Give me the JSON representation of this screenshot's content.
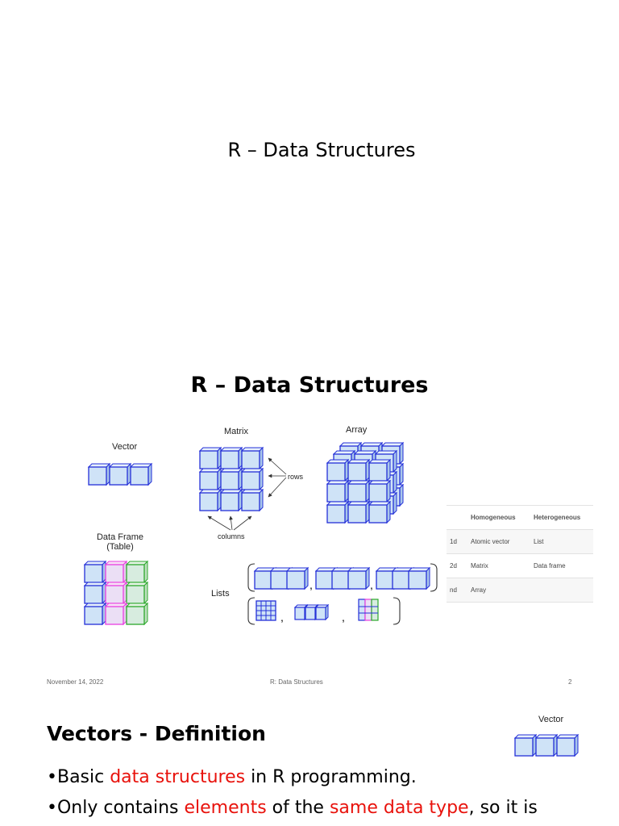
{
  "slide1": {
    "title": "R – Data Structures"
  },
  "slide2": {
    "title": "R – Data Structures",
    "diagram": {
      "vector_label": "Vector",
      "matrix_label": "Matrix",
      "array_label": "Array",
      "rows_label": "rows",
      "columns_label": "columns",
      "dataframe_label_line1": "Data Frame",
      "dataframe_label_line2": "(Table)",
      "lists_label": "Lists"
    },
    "table": {
      "headers": [
        "",
        "Homogeneous",
        "Heterogeneous"
      ],
      "rows": [
        [
          "1d",
          "Atomic vector",
          "List"
        ],
        [
          "2d",
          "Matrix",
          "Data frame"
        ],
        [
          "nd",
          "Array",
          ""
        ]
      ]
    },
    "footer": {
      "date": "November 14, 2022",
      "title": "R: Data Structures",
      "page": "2"
    }
  },
  "slide3": {
    "title": "Vectors - Definition",
    "vector_label": "Vector",
    "bullet1": {
      "pre": "•Basic ",
      "hl": "data structures",
      "post": " in R programming."
    },
    "bullet2": {
      "pre": "•Only contains ",
      "hl1": "elements",
      "mid": " of the ",
      "hl2": "same data type",
      "post": ", so it is"
    }
  },
  "colors": {
    "cube_fill": "#cfe3f7",
    "cube_stroke": "#2430d8",
    "df_pink": "#e93ee0",
    "df_green": "#2ca82c",
    "highlight_red": "#e8120c"
  }
}
